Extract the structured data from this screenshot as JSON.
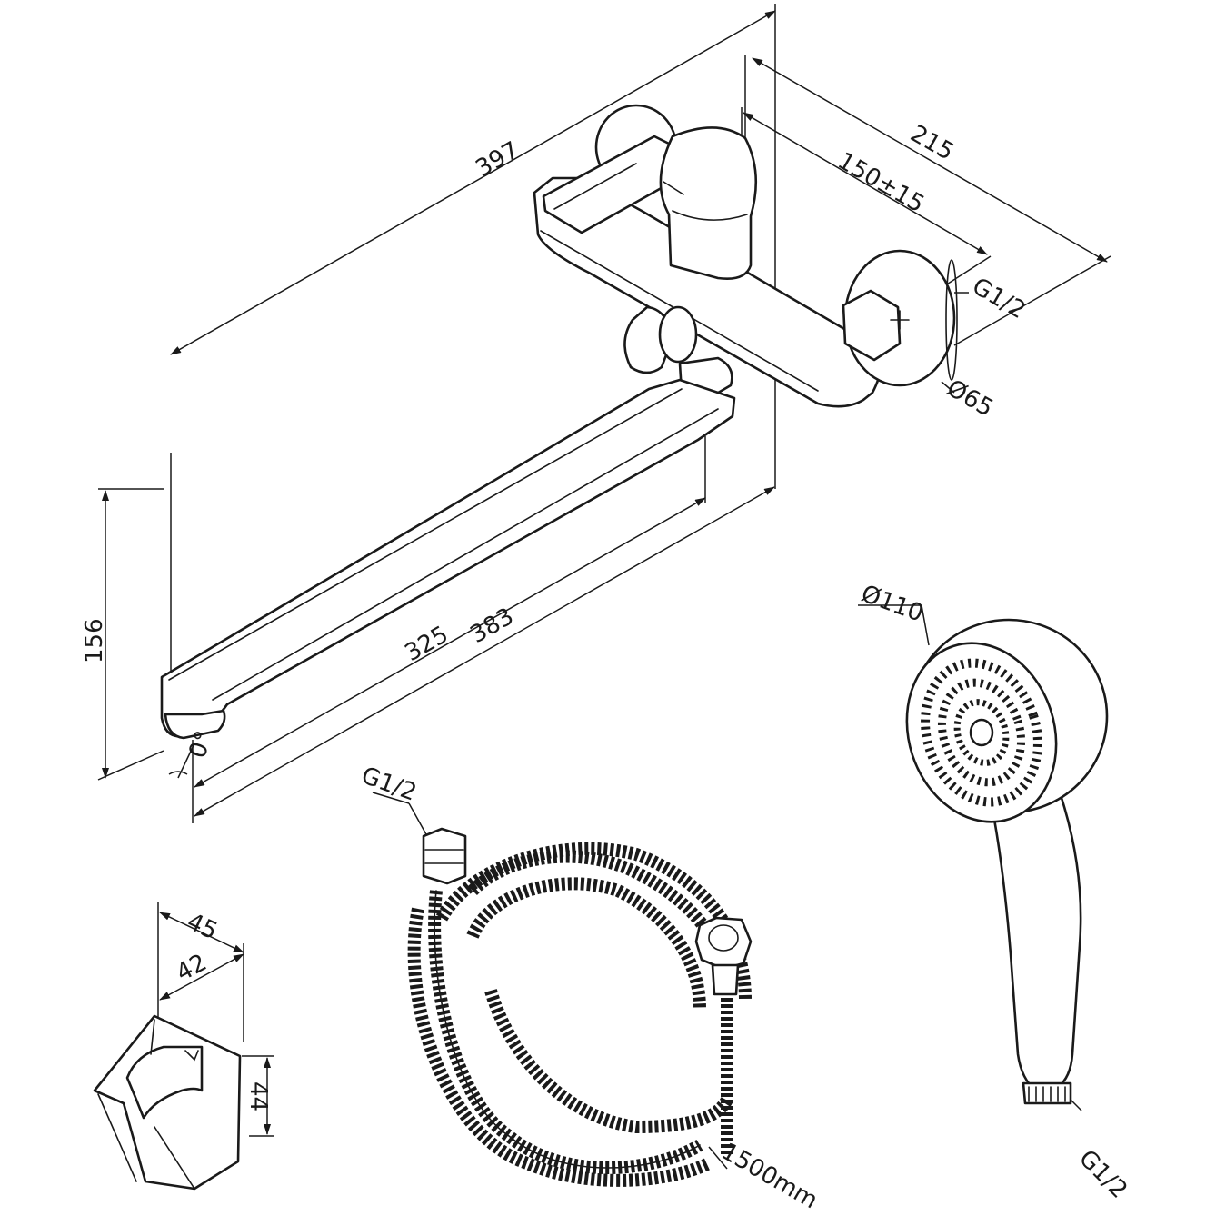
{
  "mixer": {
    "overall_length": "397",
    "wall_depth": "215",
    "centers": "150±15",
    "thread": "G1/2",
    "flange_diameter": "Ø65",
    "spout_height": "156",
    "spout_reach_inner": "325",
    "spout_reach_outer": "383",
    "angle": "0°"
  },
  "hose": {
    "thread": "G1/2",
    "length": "1500mm"
  },
  "hand_shower": {
    "diameter": "Ø110",
    "thread": "G1/2"
  },
  "holder": {
    "width_outer": "45",
    "width_inner": "42",
    "height": "44"
  },
  "colors": {
    "ink": "#1a1a1a",
    "paper": "#ffffff"
  }
}
